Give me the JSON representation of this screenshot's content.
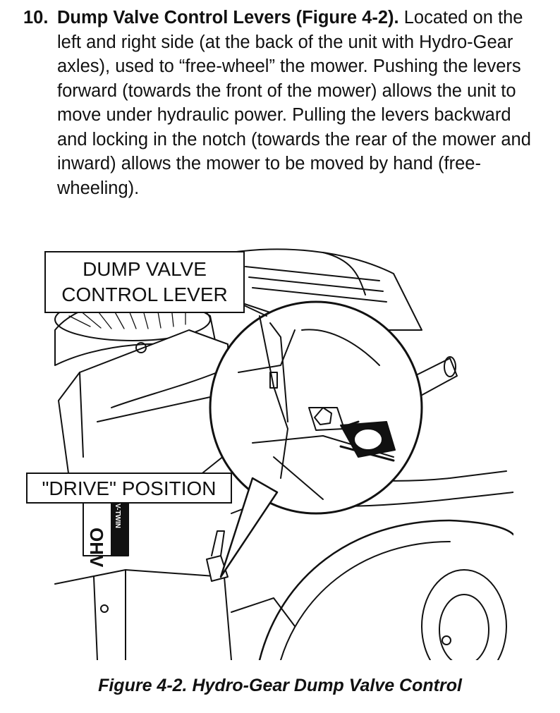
{
  "item": {
    "number": "10.",
    "heading": "Dump Valve Control Levers (Figure 4-2).",
    "body": "Located on the left and right side (at the back of the unit with Hydro-Gear axles), used to “free-wheel” the mower. Pushing the levers forward (towards the front of the mower) allows the unit to move under hydraulic power. Pulling the levers backward and locking in the notch (towards the rear of the mower and inward) allows the mower to be moved by hand (free-wheeling)."
  },
  "figure": {
    "callout_lever_line1": "DUMP VALVE",
    "callout_lever_line2": "CONTROL LEVER",
    "callout_drive": "\"DRIVE\" POSITION",
    "engine_label": "OHV",
    "engine_sublabel": "V-TWIN",
    "caption": "Figure 4-2. Hydro-Gear Dump Valve Control"
  }
}
